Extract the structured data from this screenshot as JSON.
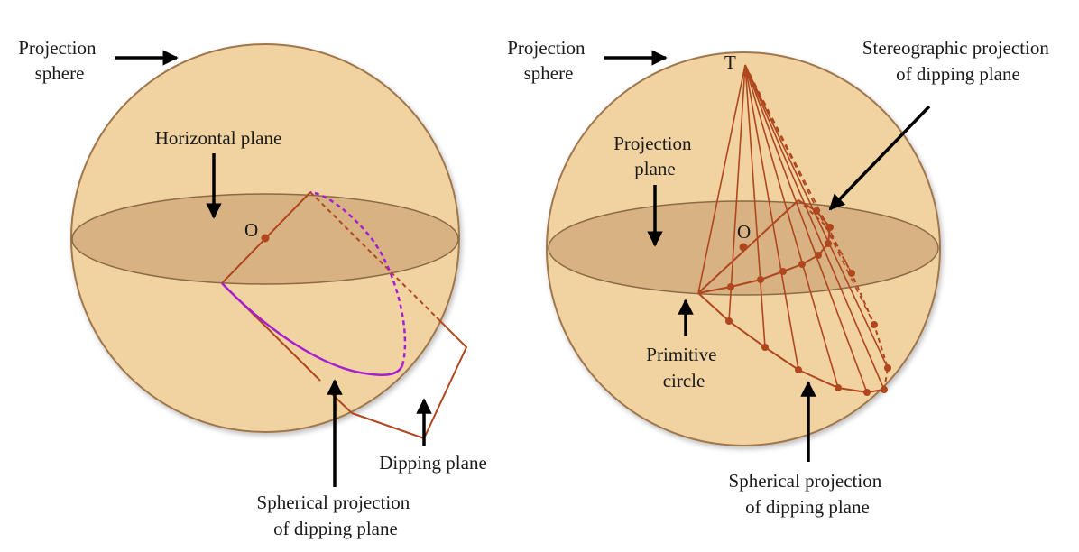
{
  "colors": {
    "sphere_fill": "#f1d2a1",
    "sphere_stroke": "#a0764c",
    "plane_fill": "#d8b283",
    "plane_stroke": "#8c6a44",
    "construction": "#b0461d",
    "spherical_curve": "#a51fd1",
    "arrow": "#000000",
    "text": "#1a1a1a"
  },
  "left": {
    "sphere_label": [
      "Projection",
      "sphere"
    ],
    "horizontal_plane_label": "Horizontal plane",
    "center_label": "O",
    "spherical_projection_label": [
      "Spherical projection",
      "of dipping plane"
    ],
    "dipping_plane_label": "Dipping plane"
  },
  "right": {
    "sphere_label": [
      "Projection",
      "sphere"
    ],
    "top_point_label": "T",
    "stereographic_label": [
      "Stereographic projection",
      "of dipping plane"
    ],
    "projection_plane_label": [
      "Projection",
      "plane"
    ],
    "center_label": "O",
    "primitive_circle_label": [
      "Primitive",
      "circle"
    ],
    "spherical_projection_label": [
      "Spherical projection",
      "of dipping plane"
    ]
  }
}
